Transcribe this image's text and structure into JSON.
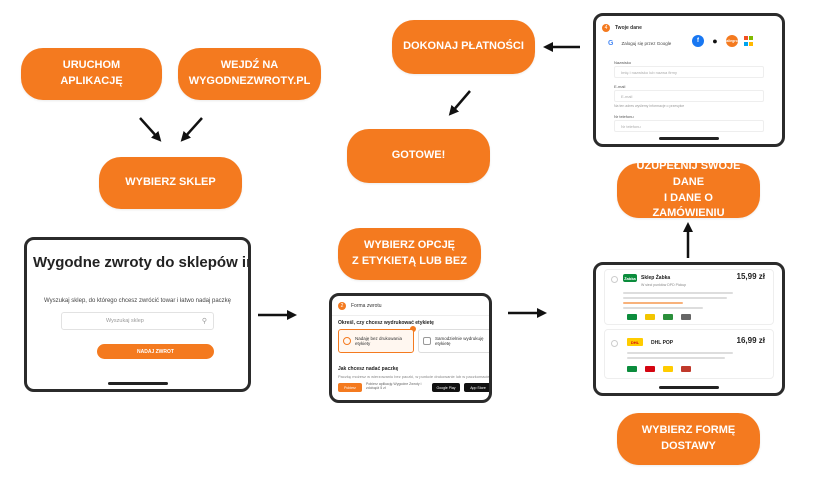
{
  "steps": {
    "launch_app": "URUCHOM APLIKACJĘ",
    "visit_site_1": "WEJDŹ NA",
    "visit_site_2": "WYGODNEZWROTY.PL",
    "choose_store": "WYBIERZ SKLEP",
    "choose_option_1": "WYBIERZ OPCJĘ",
    "choose_option_2": "Z ETYKIETĄ LUB BEZ",
    "choose_delivery": "WYBIERZ FORMĘ DOSTAWY",
    "fill_data_1": "UZUPEŁNIJ SWOJE DANE",
    "fill_data_2": "I DANE O ZAMÓWIENIU",
    "make_payment": "DOKONAJ PŁATNOŚCI",
    "done": "GOTOWE!"
  },
  "screen_store": {
    "title": "Wygodne zwroty do sklepów internetowych",
    "subtitle": "Wyszukaj sklep, do którego chcesz zwrócić towar i łatwo nadaj paczkę",
    "search_placeholder": "Wyszukaj sklep",
    "button": "NADAJ ZWROT"
  },
  "screen_label": {
    "header": "Forma zwrotu",
    "question": "Określ, czy chcesz wydrukować etykietę",
    "option_a": "Nadaję bez drukowania etykiety",
    "option_b": "Samodzielnie wydrukuję etykietę",
    "how_title": "Jak chcesz nadać paczkę",
    "how_text": "Paczkę możesz w wierzowaniu bez paczki, w punkcie drukowanie lub w paczkomacie",
    "app_badge": "Pobierz",
    "app_text": "Pobierz aplikację Wygodne Zwroty i zdobądź 5 zł",
    "google_play": "Google Play",
    "app_store": "App Store"
  },
  "screen_delivery": {
    "carrier_1": {
      "name": "Sklep Żabka",
      "price": "15,99 zł",
      "note": "W sieci punktów DPD Pickup",
      "logo": "Żabka"
    },
    "carrier_2": {
      "name": "DHL POP",
      "price": "16,99 zł",
      "logo": "DHL"
    }
  },
  "screen_data": {
    "header": "Twoje dane",
    "google_text": "Zaloguj się przez Google",
    "orange_social": "allegro",
    "label_name": "Nazwisko",
    "placeholder_name": "Imię i nazwisko lub nazwa firmy",
    "label_email": "E-mail",
    "placeholder_email": "E-mail",
    "note_email": "Na ten adres wyślemy informacje o przesyłce",
    "label_phone": "Nr telefonu",
    "placeholder_phone": "Nr telefonu"
  },
  "colors": {
    "accent": "#f47a1f",
    "frame": "#2b2b2b"
  }
}
